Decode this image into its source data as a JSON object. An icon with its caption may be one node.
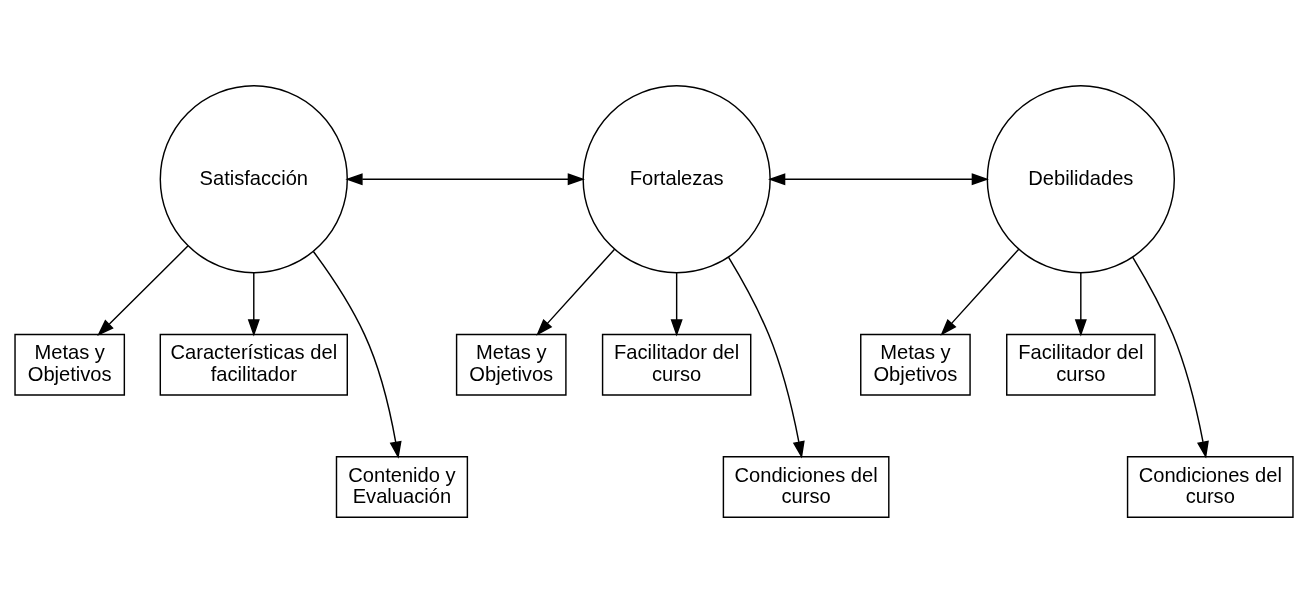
{
  "diagram": {
    "nodes": [
      {
        "text": [
          "Satisfacción"
        ]
      },
      {
        "text": [
          "Fortalezas"
        ]
      },
      {
        "text": [
          "Debilidades"
        ]
      },
      {
        "text": [
          "Metas y Objetivos"
        ]
      },
      {
        "text": [
          "Características del facilitador"
        ]
      },
      {
        "text": [
          "Contenido y Evaluación"
        ]
      },
      {
        "text": [
          "Metas y Objetivos"
        ]
      },
      {
        "text": [
          "Facilitador del curso"
        ]
      },
      {
        "text": [
          "Condiciones del curso"
        ]
      },
      {
        "text": [
          "Metas y Objetivos"
        ]
      },
      {
        "text": [
          "Facilitador del curso"
        ]
      },
      {
        "text": [
          "Condiciones del curso"
        ]
      }
    ],
    "edges": [
      {
        "from": 0,
        "to": 1,
        "arrow": "both"
      },
      {
        "from": 1,
        "to": 2,
        "arrow": "both"
      },
      {
        "from": 0,
        "to": 3,
        "arrow": "to"
      },
      {
        "from": 0,
        "to": 5,
        "arrow": "to"
      },
      {
        "from": 0,
        "to": 4,
        "arrow": "to"
      },
      {
        "from": 1,
        "to": 6,
        "arrow": "to"
      },
      {
        "from": 1,
        "to": 8,
        "arrow": "to"
      },
      {
        "from": 1,
        "to": 7,
        "arrow": "to"
      },
      {
        "from": 2,
        "to": 9,
        "arrow": "to"
      },
      {
        "from": 2,
        "to": 11,
        "arrow": "to"
      },
      {
        "from": 2,
        "to": 10,
        "arrow": "to"
      }
    ]
  }
}
